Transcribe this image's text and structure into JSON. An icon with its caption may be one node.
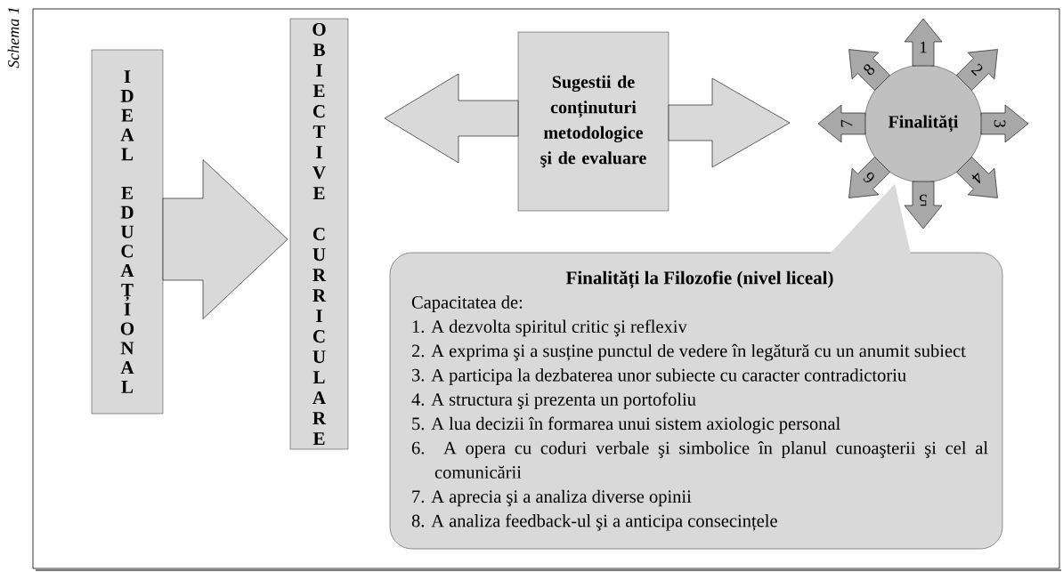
{
  "diagram": {
    "nodes": [
      {
        "text": [
          "IDEAL EDUCAȚIONAL"
        ]
      },
      {
        "text": [
          "OBIECTIVE CURRICULARE"
        ]
      },
      {
        "text": [
          "Sugestii de conținuturi metodologice şi de evaluare"
        ]
      },
      {
        "text": [
          "Finalități"
        ]
      },
      {
        "text": [
          "Finalități la Filozofie (nivel liceal)",
          "Capacitatea de:",
          "1. A dezvolta spiritul critic şi reflexiv",
          "2. A exprima şi a susține punctul de vedere în legătură cu un anumit subiect",
          "3. A participa la dezbaterea unor subiecte cu caracter contradictoriu",
          "4. A structura şi prezenta un portofoliu",
          "5. A lua decizii în formarea unui sistem axiologic personal",
          "6. A opera cu coduri verbale şi simbolice în planul cunoaşterii şi cel al comunicării",
          "7. A aprecia şi a analiza diverse opinii",
          "8. A analiza feedback-ul şi a anticipa consecințele"
        ]
      }
    ],
    "edges": [
      {
        "from": 0,
        "to": 1,
        "arrow": "to"
      },
      {
        "from": 2,
        "to": 1,
        "arrow": "to"
      },
      {
        "from": 2,
        "to": 3,
        "arrow": "to"
      },
      {
        "from": 3,
        "to": null,
        "arrow": "to",
        "label": "1"
      },
      {
        "from": 3,
        "to": null,
        "arrow": "to",
        "label": "2"
      },
      {
        "from": 3,
        "to": null,
        "arrow": "to",
        "label": "3"
      },
      {
        "from": 3,
        "to": null,
        "arrow": "to",
        "label": "4"
      },
      {
        "from": 3,
        "to": null,
        "arrow": "to",
        "label": "5"
      },
      {
        "from": 3,
        "to": null,
        "arrow": "to",
        "label": "6"
      },
      {
        "from": 3,
        "to": null,
        "arrow": "to",
        "label": "7"
      },
      {
        "from": 3,
        "to": null,
        "arrow": "to",
        "label": "8"
      }
    ],
    "labels": [
      "Schema 1"
    ]
  }
}
